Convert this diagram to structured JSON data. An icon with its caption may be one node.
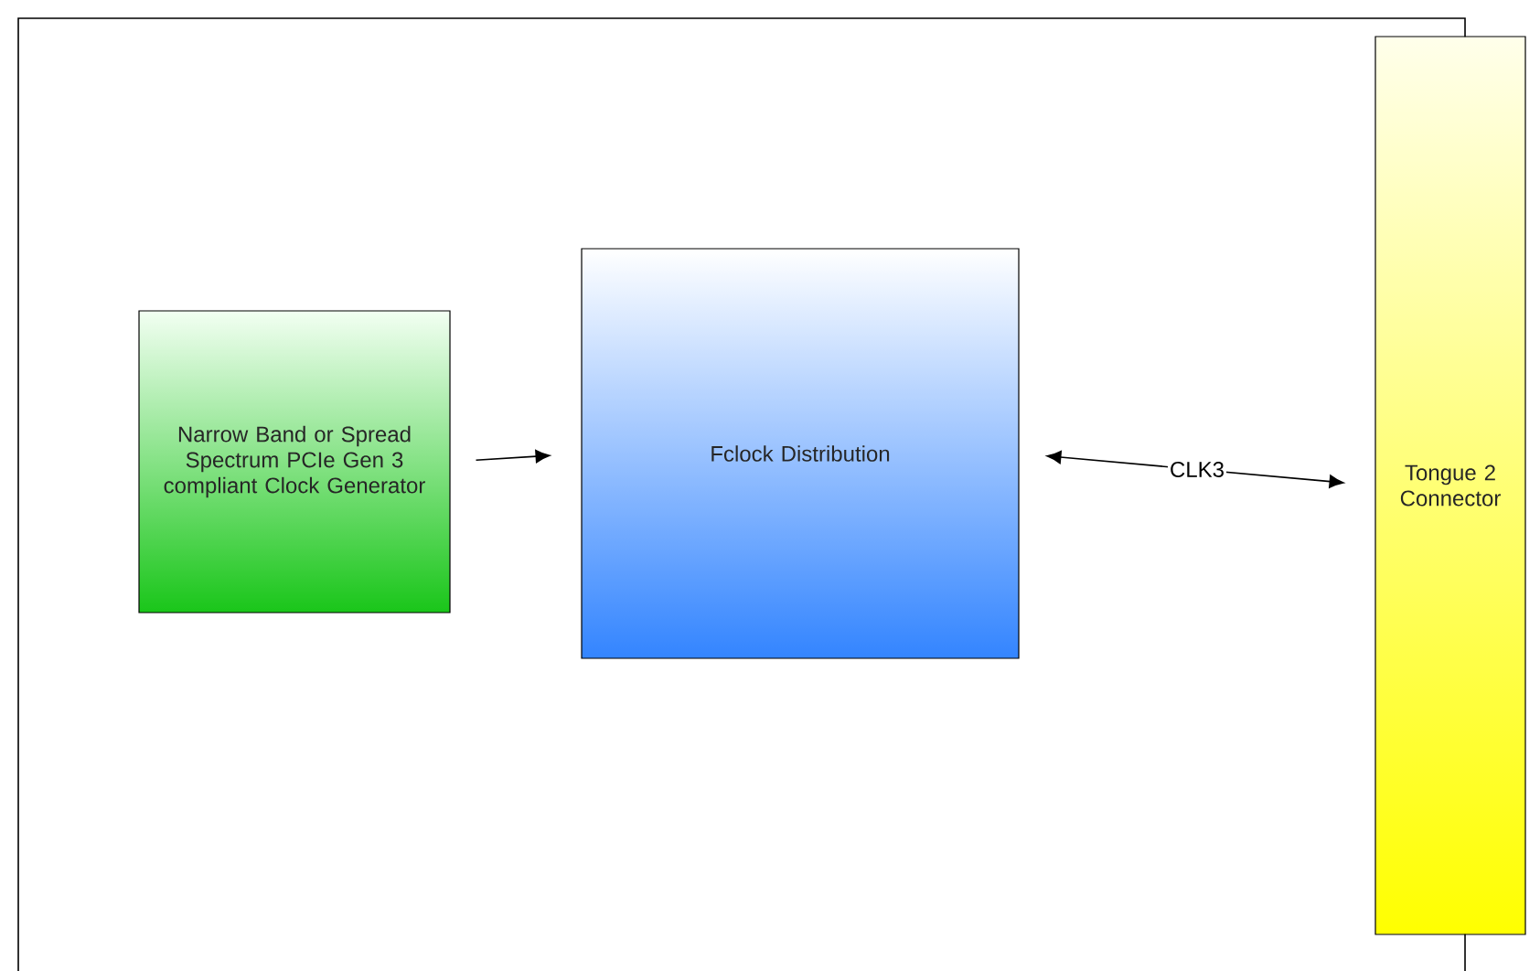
{
  "diagram": {
    "nodes": [
      {
        "text": [
          "Narrow Band or Spread Spectrum PCIe Gen 3 compliant Clock Generator"
        ]
      },
      {
        "text": [
          "Fclock Distribution"
        ]
      },
      {
        "text": [
          "Tongue 2 Connector"
        ]
      }
    ],
    "edges": [
      {
        "from": 0,
        "to": 1,
        "arrow": "to"
      },
      {
        "from": 1,
        "to": 2,
        "arrow": "both",
        "label": "CLK3"
      }
    ]
  }
}
